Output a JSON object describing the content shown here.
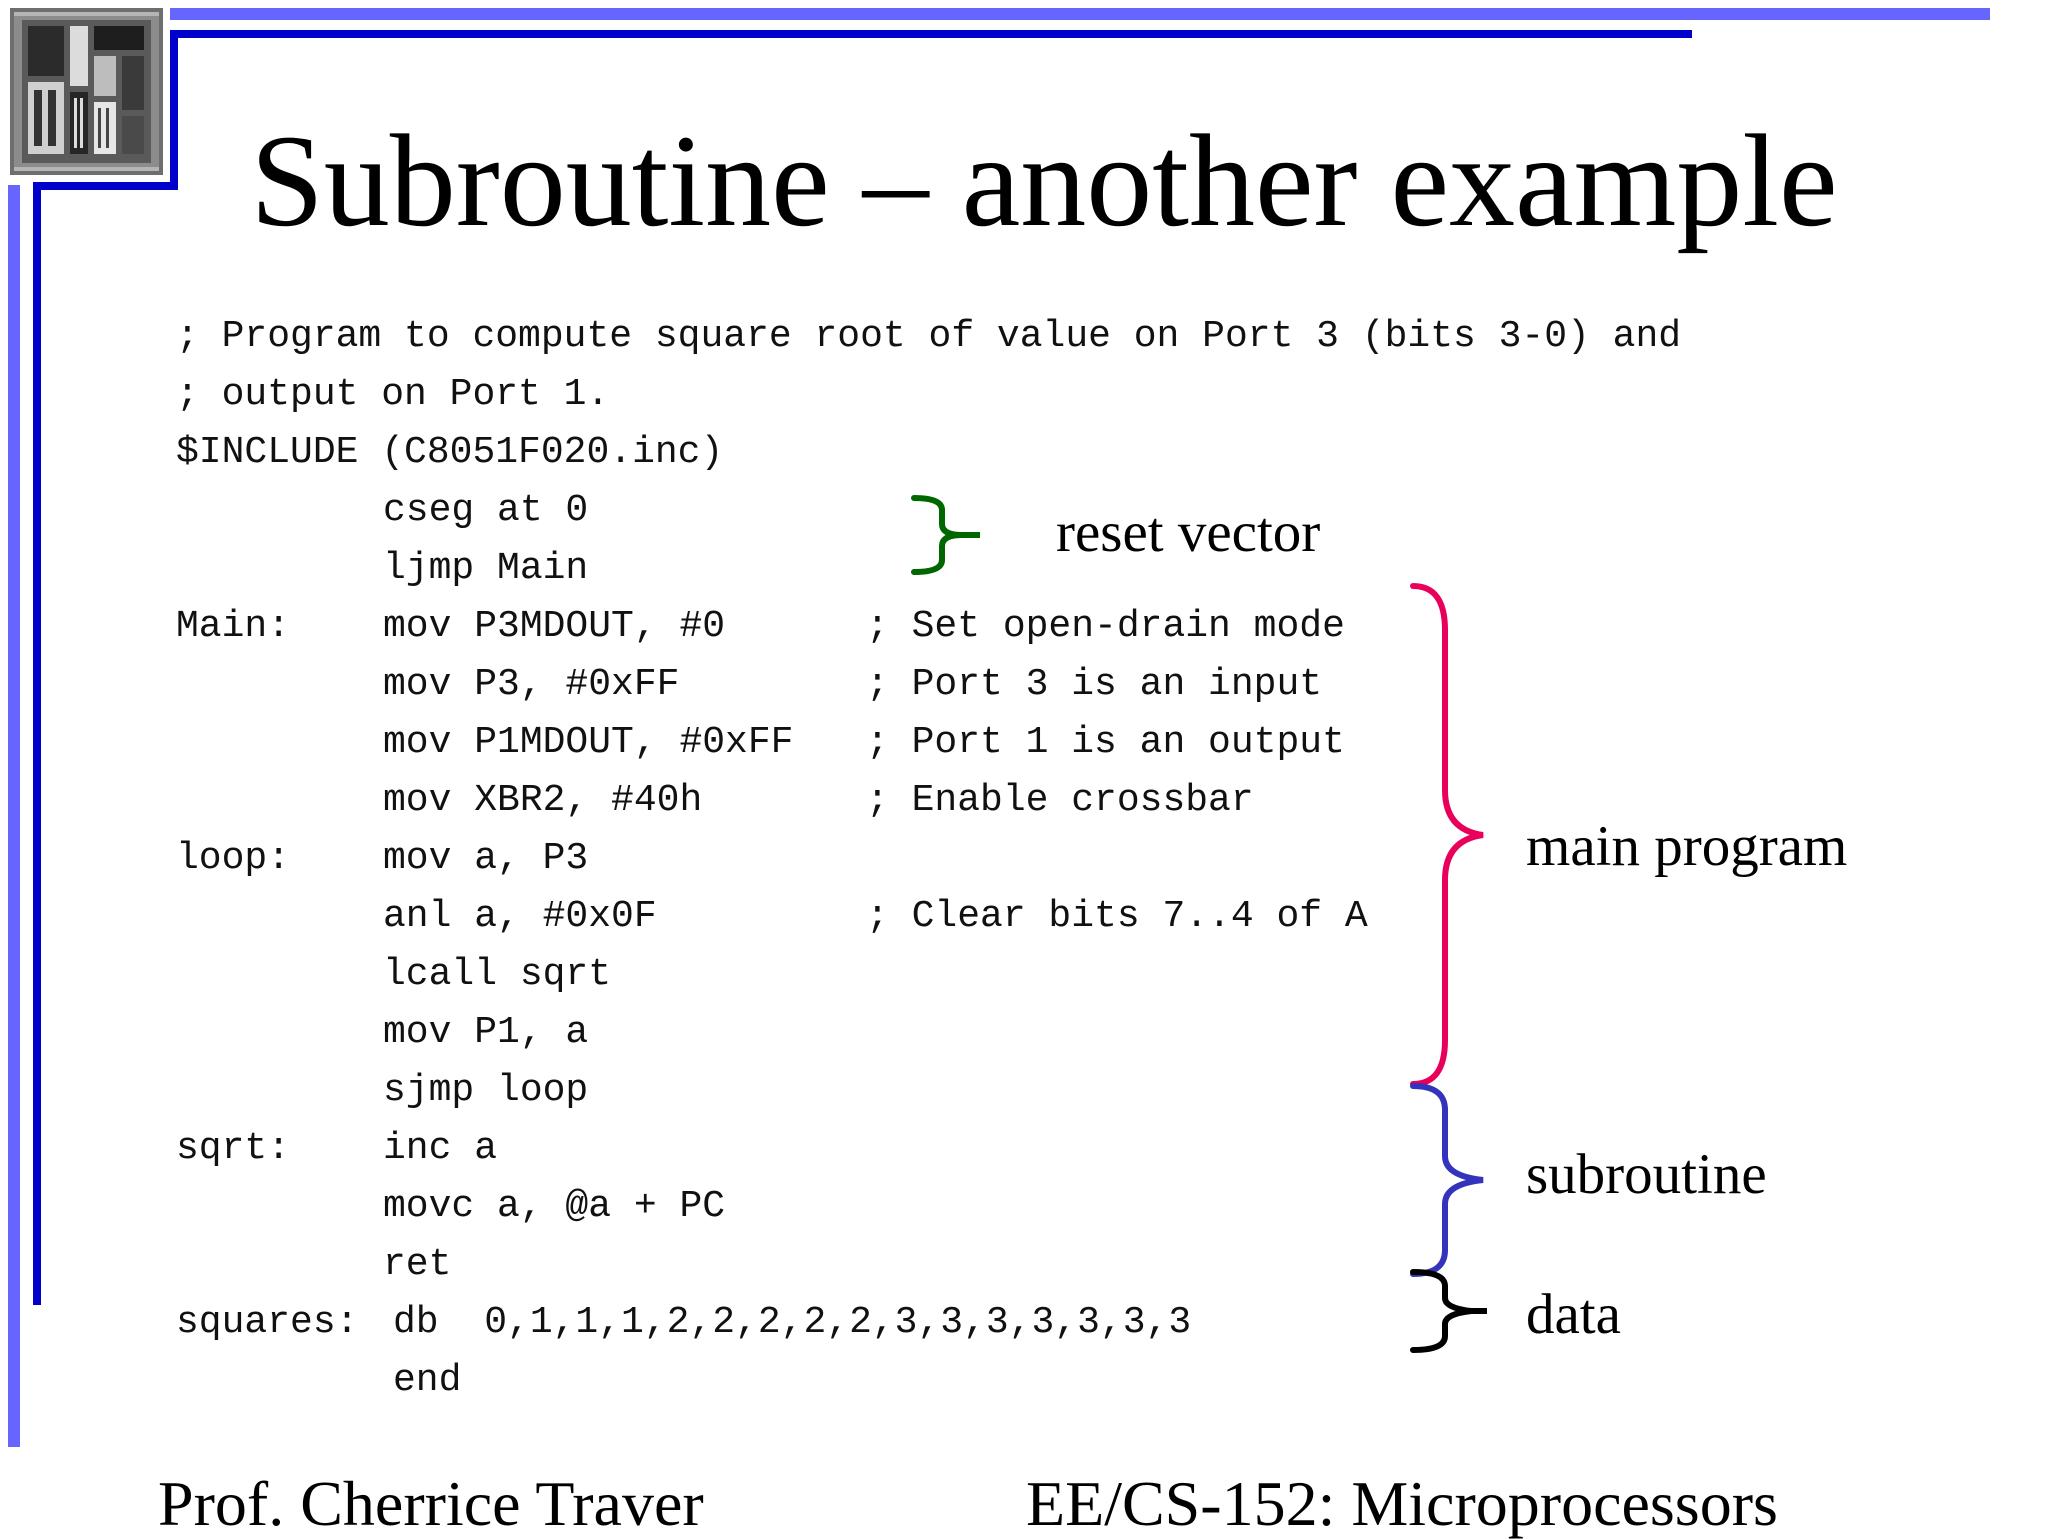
{
  "title": "Subroutine – another example",
  "code": {
    "comment1": "; Program to compute square root of value on Port 3 (bits 3-0) and",
    "comment2": "; output on Port 1.",
    "include": "$INCLUDE (C8051F020.inc)",
    "lines": [
      {
        "label": "",
        "instr": "cseg at 0",
        "comment": ""
      },
      {
        "label": "",
        "instr": "ljmp Main",
        "comment": ""
      },
      {
        "label": "Main:",
        "instr": "mov P3MDOUT, #0",
        "comment": "; Set open-drain mode"
      },
      {
        "label": "",
        "instr": "mov P3, #0xFF",
        "comment": "; Port 3 is an input"
      },
      {
        "label": "",
        "instr": "mov P1MDOUT, #0xFF",
        "comment": "; Port 1 is an output"
      },
      {
        "label": "",
        "instr": "mov XBR2, #40h",
        "comment": "; Enable crossbar"
      },
      {
        "label": "loop:",
        "instr": "mov a, P3",
        "comment": ""
      },
      {
        "label": "",
        "instr": "anl a, #0x0F",
        "comment": "; Clear bits 7..4 of A"
      },
      {
        "label": "",
        "instr": "lcall sqrt",
        "comment": ""
      },
      {
        "label": "",
        "instr": "mov P1, a",
        "comment": ""
      },
      {
        "label": "",
        "instr": "sjmp loop",
        "comment": ""
      },
      {
        "label": "sqrt:",
        "instr": "inc a",
        "comment": ""
      },
      {
        "label": "",
        "instr": "movc a, @a + PC",
        "comment": ""
      },
      {
        "label": "",
        "instr": "ret",
        "comment": ""
      }
    ],
    "squares_label": "squares:",
    "squares_instr": "db  0,1,1,1,2,2,2,2,2,3,3,3,3,3,3,3",
    "end": "end"
  },
  "annotations": {
    "reset_vector": "reset vector",
    "main_program": "main program",
    "subroutine": "subroutine",
    "data": "data"
  },
  "footer": {
    "left": "Prof. Cherrice Traver",
    "right": "EE/CS-152: Microprocessors"
  },
  "colors": {
    "frame_light": "#6666ff",
    "frame_dark": "#0000cc",
    "brace_reset": "#006600",
    "brace_main": "#e8005a",
    "brace_sub": "#3333bb",
    "brace_data": "#000000"
  }
}
